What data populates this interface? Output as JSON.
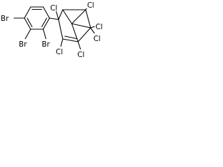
{
  "molecule": {
    "atoms": {
      "br_top": "Br",
      "br_middle": "Br",
      "br_bottom": "Br",
      "cl_ring_top": "Cl",
      "cl_bridge_top": "Cl",
      "cl_bridge_right_a": "Cl",
      "cl_bridge_right_b": "Cl",
      "cl_vinyl_left": "Cl",
      "cl_vinyl_right": "Cl"
    }
  }
}
